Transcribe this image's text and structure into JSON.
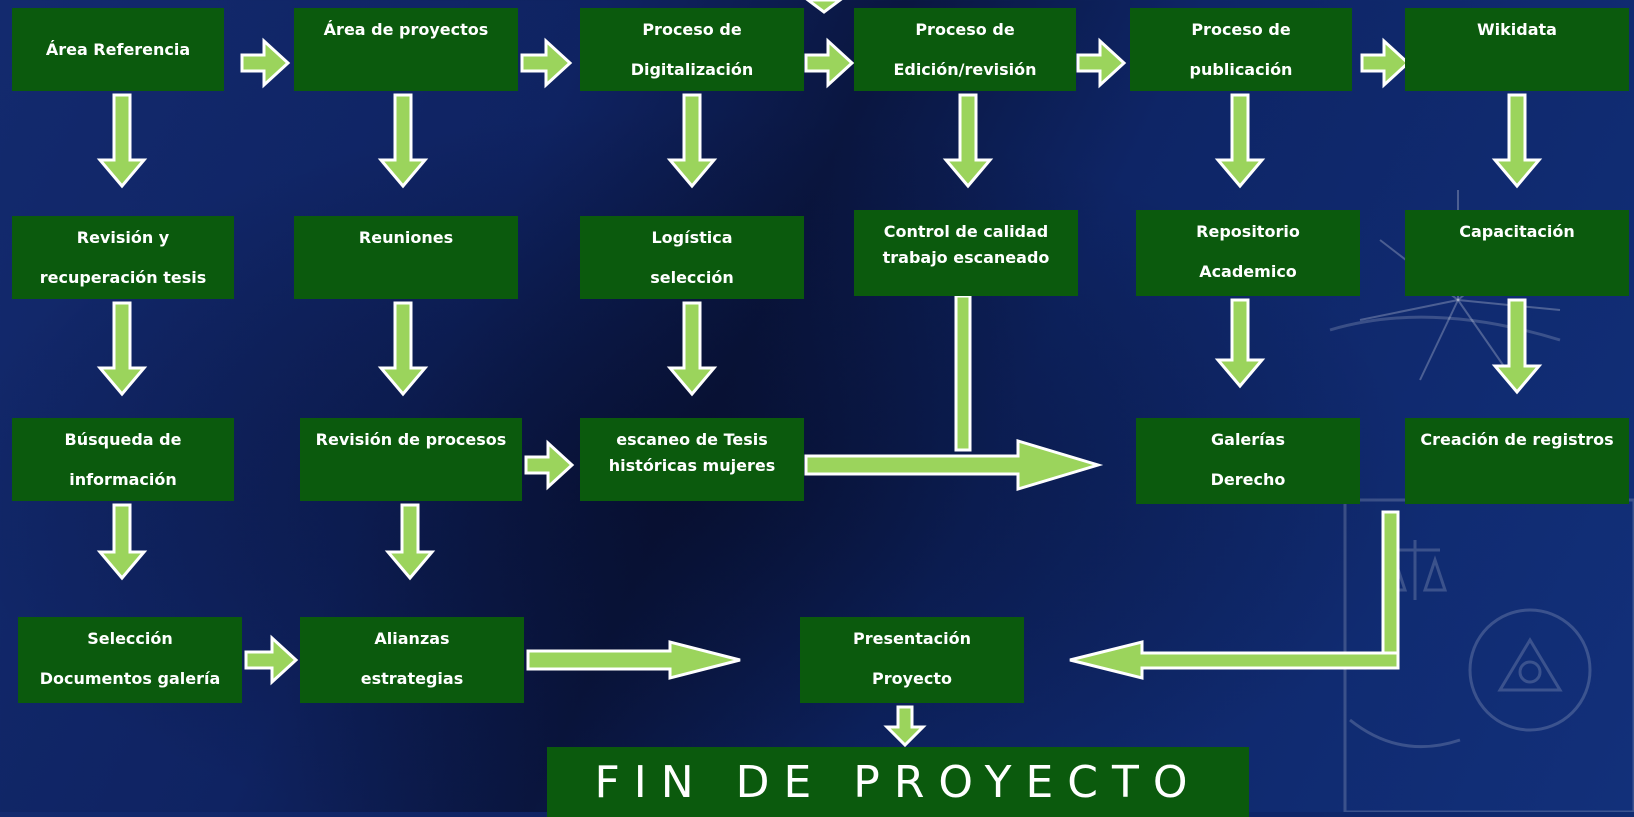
{
  "colors": {
    "box_fill": "#0b5a0d",
    "arrow_fill": "#9bd45c",
    "arrow_stroke": "#ffffff",
    "background": "#0f2362"
  },
  "nodes": {
    "area_referencia": [
      "Área  Referencia"
    ],
    "area_proyectos": [
      "Área de proyectos"
    ],
    "proceso_digitalizacion": [
      "Proceso de",
      "Digitalización"
    ],
    "proceso_edicion": [
      "Proceso de",
      "Edición/revisión"
    ],
    "proceso_publicacion": [
      "Proceso de",
      "publicación"
    ],
    "wikidata": [
      "Wikidata"
    ],
    "revision_tesis": [
      "Revisión y",
      "recuperación  tesis"
    ],
    "reuniones": [
      "Reuniones"
    ],
    "logistica": [
      "Logística",
      "selección"
    ],
    "control_calidad": [
      "Control de calidad",
      "trabajo escaneado"
    ],
    "repositorio": [
      "Repositorio",
      "Academico"
    ],
    "capacitacion": [
      "Capacitación"
    ],
    "busqueda": [
      "Búsqueda de",
      "información"
    ],
    "revision_procesos": [
      "Revisión de procesos"
    ],
    "escaneo_tesis": [
      "escaneo  de Tesis",
      "históricas  mujeres"
    ],
    "galerias": [
      "Galerías",
      "Derecho"
    ],
    "creacion_registros": [
      "Creación de registros"
    ],
    "seleccion_documentos": [
      "Selección",
      "Documentos galería"
    ],
    "alianzas": [
      "Alianzas",
      "estrategias"
    ],
    "presentacion": [
      "Presentación",
      "Proyecto"
    ]
  },
  "final": "FIN DE PROYECTO"
}
